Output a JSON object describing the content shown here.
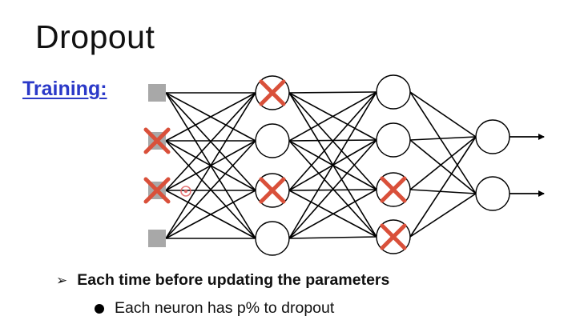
{
  "slide": {
    "title": "Dropout",
    "subtitle": "Training:",
    "bullets": [
      {
        "text": "Each time before updating the parameters",
        "marker": "arrow"
      },
      {
        "text": "Each neuron has p% to dropout",
        "marker": "dot"
      }
    ]
  },
  "network": {
    "layers": [
      {
        "type": "input",
        "nodes": 4,
        "dropped": [
          1,
          2
        ]
      },
      {
        "type": "hidden",
        "nodes": 4,
        "dropped": [
          0,
          2
        ]
      },
      {
        "type": "hidden",
        "nodes": 4,
        "dropped": [
          2,
          3
        ]
      },
      {
        "type": "output",
        "nodes": 2,
        "dropped": []
      }
    ],
    "colors": {
      "drop_mark": "#d9503a",
      "input_square": "#a8a8a8",
      "edge": "#000000",
      "cursor": "#e06060"
    }
  }
}
